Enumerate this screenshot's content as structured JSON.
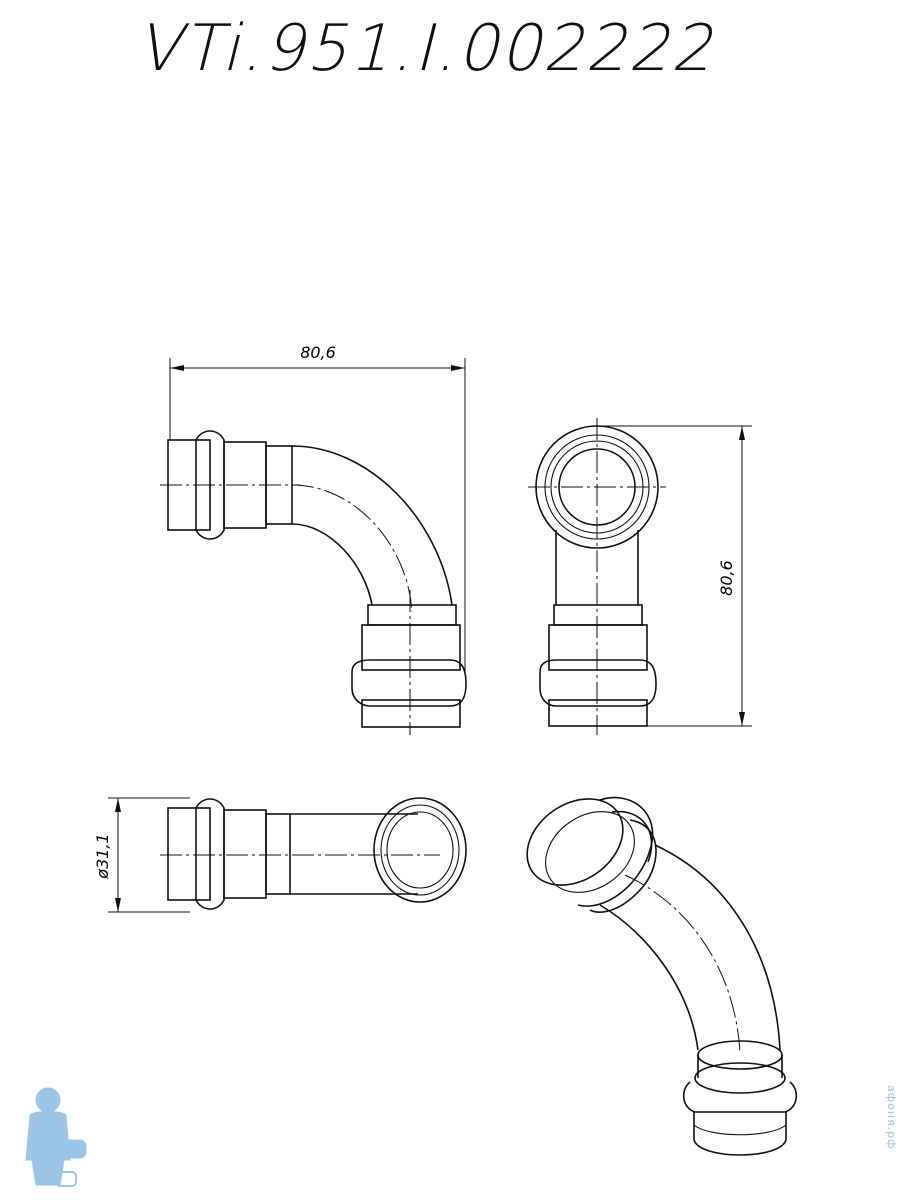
{
  "drawing": {
    "part_number": "VTi.951.I.002222"
  },
  "dimensions": {
    "width": "80,6",
    "height": "80,6",
    "diameter": "ø31,1"
  },
  "watermark": {
    "text": "афоня.рф"
  },
  "colors": {
    "line": "#111111",
    "watermark": "#9cc6e8",
    "background": "#ffffff"
  }
}
